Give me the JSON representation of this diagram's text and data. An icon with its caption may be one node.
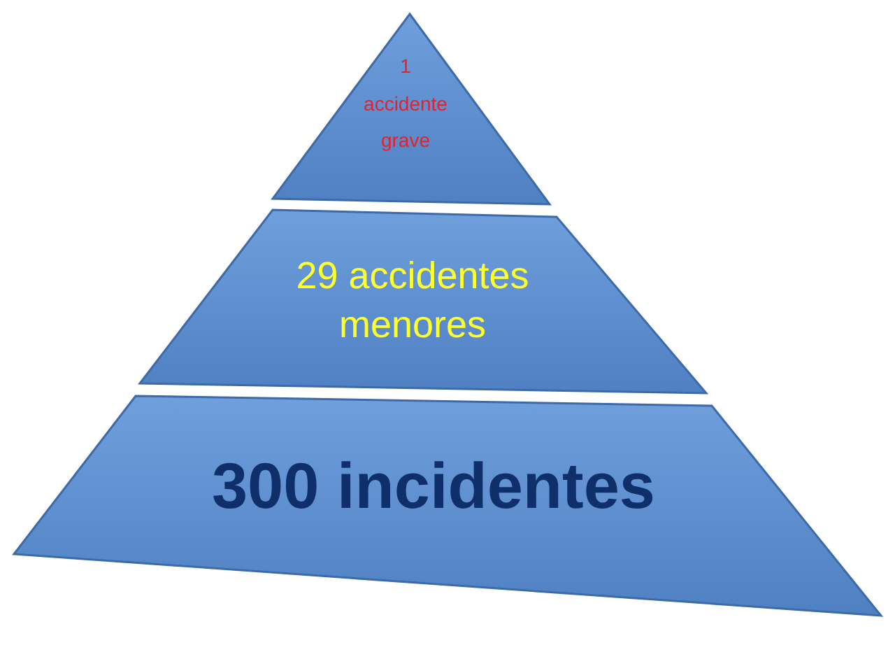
{
  "diagram": {
    "nodes": [
      {
        "text": [
          "1 accidente grave"
        ]
      },
      {
        "text": [
          "29 accidentes menores"
        ]
      },
      {
        "text": [
          "300 incidentes"
        ]
      }
    ]
  }
}
